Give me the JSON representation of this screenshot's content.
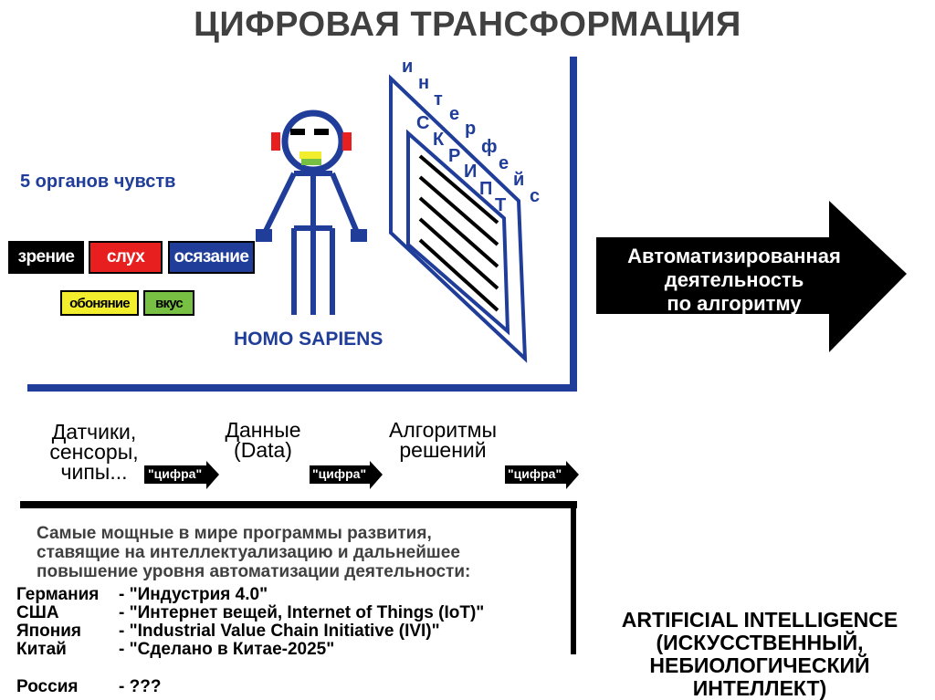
{
  "title": "ЦИФРОВАЯ ТРАНСФОРМАЦИЯ",
  "senses": {
    "label": "5 органов чувств",
    "items": [
      {
        "label": "зрение",
        "color": "#000000",
        "text_color": "#ffffff"
      },
      {
        "label": "слух",
        "color": "#e81f1f",
        "text_color": "#ffffff"
      },
      {
        "label": "осязание",
        "color": "#1f3d99",
        "text_color": "#ffffff"
      },
      {
        "label": "обоняние",
        "color": "#f2ee2e",
        "text_color": "#000000"
      },
      {
        "label": "вкус",
        "color": "#77c043",
        "text_color": "#000000"
      }
    ]
  },
  "human_label": "HOMO SAPIENS",
  "interface_letters": [
    "и",
    "н",
    "т",
    "е",
    "р",
    "ф",
    "е",
    "й",
    "с"
  ],
  "scripts_letters": [
    "С",
    "К",
    "Р",
    "И",
    "П",
    "Т"
  ],
  "automation_arrow": {
    "lines": [
      "Автоматизированная",
      "деятельность",
      "по алгоритму"
    ]
  },
  "flow": {
    "steps": [
      {
        "lines": [
          "Датчики,",
          "сенсоры,",
          "чипы..."
        ]
      },
      {
        "lines": [
          "Данные",
          "(Data)"
        ]
      },
      {
        "lines": [
          "Алгоритмы",
          "решений"
        ]
      }
    ],
    "arrow_label": "\"цифра\""
  },
  "programs": {
    "heading_lines": [
      "Самые мощные в мире программы развития,",
      "ставящие на интеллектуализацию и дальнейшее",
      "повышение уровня автоматизации деятельности:"
    ],
    "rows": [
      {
        "country": "Германия",
        "program": "- \"Индустрия 4.0\""
      },
      {
        "country": "США",
        "program": "- \"Интернет вещей, Internet of Things (IoT)\""
      },
      {
        "country": "Япония",
        "program": "- \"Industrial Value Chain Initiative (IVI)\""
      },
      {
        "country": "Китай",
        "program": "- \"Сделано в Китае-2025\""
      },
      {
        "country": "Россия",
        "program": "- ???"
      }
    ]
  },
  "ai_text": {
    "lines": [
      "ARTIFICIAL  INTELLIGENCE",
      "(ИСКУССТВЕННЫЙ,",
      "НЕБИОЛОГИЧЕСКИЙ",
      "ИНТЕЛЛЕКТ)"
    ]
  },
  "colors": {
    "blue": "#1f3d99",
    "red": "#e81f1f",
    "yellow": "#f2ee2e",
    "green": "#77c043",
    "black": "#000000"
  }
}
